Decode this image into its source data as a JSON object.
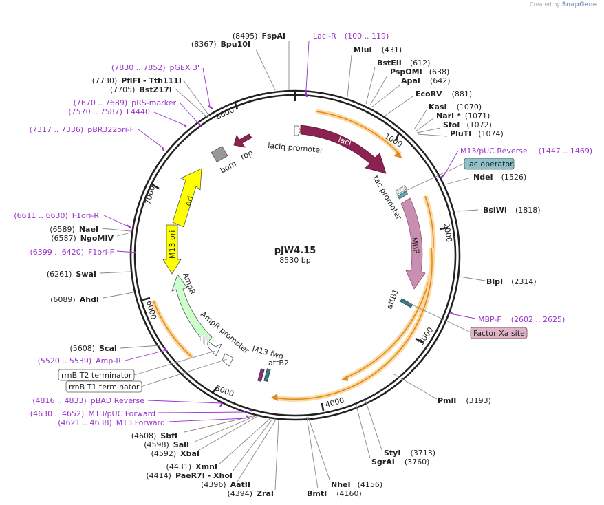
{
  "credit": {
    "prefix": "Created by",
    "brand": "SnapGene"
  },
  "plasmid": {
    "name": "pJW4.15",
    "size": "8530 bp",
    "length": 8530
  },
  "colors": {
    "backbone": "#222222",
    "site_line": "#888888",
    "purple": "#9933cc",
    "lacI": "#8b2252",
    "MBP": "#c98fb0",
    "AmpR": "#ccffcc",
    "ori": "#ffff00",
    "orf": "#f5a623",
    "bom": "#999999",
    "lac_operator": "#8fc1c9",
    "factor_xa": "#e0b3c6"
  },
  "enzymes": [
    {
      "name": "FspAI",
      "pos": "8495",
      "name_first": false
    },
    {
      "name": "Bpu10I",
      "pos": "8367",
      "name_first": false
    },
    {
      "name": "MluI",
      "pos": "431",
      "name_first": true
    },
    {
      "name": "BstEII",
      "pos": "612",
      "name_first": true
    },
    {
      "name": "PspOMI",
      "pos": "638",
      "name_first": true
    },
    {
      "name": "ApaI",
      "pos": "642",
      "name_first": true
    },
    {
      "name": "EcoRV",
      "pos": "881",
      "name_first": true
    },
    {
      "name": "KasI",
      "pos": "1070",
      "name_first": true
    },
    {
      "name": "NarI *",
      "pos": "1071",
      "name_first": true
    },
    {
      "name": "SfoI",
      "pos": "1072",
      "name_first": true
    },
    {
      "name": "PluTI",
      "pos": "1074",
      "name_first": true
    },
    {
      "name": "NdeI",
      "pos": "1526",
      "name_first": true
    },
    {
      "name": "BsiWI",
      "pos": "1818",
      "name_first": true
    },
    {
      "name": "BlpI",
      "pos": "2314",
      "name_first": true
    },
    {
      "name": "PmlI",
      "pos": "3193",
      "name_first": true
    },
    {
      "name": "StyI",
      "pos": "3713",
      "name_first": true
    },
    {
      "name": "SgrAI",
      "pos": "3760",
      "name_first": true
    },
    {
      "name": "NheI",
      "pos": "4156",
      "name_first": true
    },
    {
      "name": "BmtI",
      "pos": "4160",
      "name_first": true
    },
    {
      "name": "ZraI",
      "pos": "4394",
      "name_first": false
    },
    {
      "name": "AatII",
      "pos": "4396",
      "name_first": false
    },
    {
      "name": "PaeR7I  - XhoI",
      "pos": "4414",
      "name_first": false
    },
    {
      "name": "XmnI",
      "pos": "4431",
      "name_first": false
    },
    {
      "name": "XbaI",
      "pos": "4592",
      "name_first": false
    },
    {
      "name": "SalI",
      "pos": "4598",
      "name_first": false
    },
    {
      "name": "SbfI",
      "pos": "4608",
      "name_first": false
    },
    {
      "name": "ScaI",
      "pos": "5608",
      "name_first": false
    },
    {
      "name": "AhdI",
      "pos": "6089",
      "name_first": false
    },
    {
      "name": "SwaI",
      "pos": "6261",
      "name_first": false
    },
    {
      "name": "NgoMIV",
      "pos": "6587",
      "name_first": false
    },
    {
      "name": "NaeI",
      "pos": "6589",
      "name_first": false
    },
    {
      "name": "BstZ17I",
      "pos": "7705",
      "name_first": false
    },
    {
      "name": "PflFI  - Tth111I",
      "pos": "7730",
      "name_first": false
    }
  ],
  "primers": [
    {
      "name": "LacI-R",
      "range": "(100 .. 119)",
      "name_first": true
    },
    {
      "name": "M13/pUC Reverse",
      "range": "(1447 .. 1469)",
      "name_first": true
    },
    {
      "name": "MBP-F",
      "range": "(2602 .. 2625)",
      "name_first": true
    },
    {
      "name": "M13 Forward",
      "range": "(4621 .. 4638)",
      "name_first": false
    },
    {
      "name": "M13/pUC Forward",
      "range": "(4630 .. 4652)",
      "name_first": false
    },
    {
      "name": "pBAD Reverse",
      "range": "(4816 .. 4833)",
      "name_first": false
    },
    {
      "name": "Amp-R",
      "range": "(5520 .. 5539)",
      "name_first": false
    },
    {
      "name": "F1ori-F",
      "range": "(6399 .. 6420)",
      "name_first": false
    },
    {
      "name": "F1ori-R",
      "range": "(6611 .. 6630)",
      "name_first": false
    },
    {
      "name": "pBR322ori-F",
      "range": "(7317 .. 7336)",
      "name_first": false
    },
    {
      "name": "L4440",
      "range": "(7570 .. 7587)",
      "name_first": false
    },
    {
      "name": "pRS-marker",
      "range": "(7670 .. 7689)",
      "name_first": false
    },
    {
      "name": "pGEX 3'",
      "range": "(7830 .. 7852)",
      "name_first": false
    }
  ],
  "boxed_features": [
    {
      "name": "lac operator",
      "style": "lac_operator"
    },
    {
      "name": "Factor Xa site",
      "style": "factor_xa"
    },
    {
      "name": "rrnB T2 terminator",
      "style": "plain"
    },
    {
      "name": "rrnB T1 terminator",
      "style": "plain"
    }
  ],
  "features": [
    {
      "name": "lacI",
      "label_inside": true
    },
    {
      "name": "lacIq promoter"
    },
    {
      "name": "tac promoter"
    },
    {
      "name": "MBP"
    },
    {
      "name": "attB1"
    },
    {
      "name": "attB2"
    },
    {
      "name": "M13 fwd"
    },
    {
      "name": "AmpR promoter"
    },
    {
      "name": "AmpR"
    },
    {
      "name": "M13 ori"
    },
    {
      "name": "ori"
    },
    {
      "name": "bom"
    },
    {
      "name": "rop"
    }
  ],
  "ticks": [
    "1000",
    "2000",
    "3000",
    "4000",
    "5000",
    "6000",
    "7000",
    "8000"
  ]
}
